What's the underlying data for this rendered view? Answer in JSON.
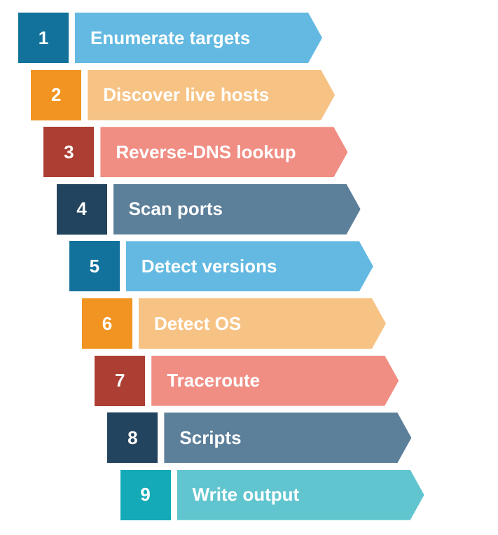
{
  "steps": [
    {
      "number": "1",
      "label": "Enumerate targets",
      "box_color": "#13729b",
      "arrow_color": "#63b9e1"
    },
    {
      "number": "2",
      "label": "Discover live hosts",
      "box_color": "#f19421",
      "arrow_color": "#f7c385"
    },
    {
      "number": "3",
      "label": "Reverse-DNS lookup",
      "box_color": "#ad3e33",
      "arrow_color": "#f08e84"
    },
    {
      "number": "4",
      "label": "Scan ports",
      "box_color": "#22445e",
      "arrow_color": "#5c7f9a"
    },
    {
      "number": "5",
      "label": "Detect versions",
      "box_color": "#13729b",
      "arrow_color": "#63b9e1"
    },
    {
      "number": "6",
      "label": "Detect OS",
      "box_color": "#f19421",
      "arrow_color": "#f7c385"
    },
    {
      "number": "7",
      "label": "Traceroute",
      "box_color": "#ad3e33",
      "arrow_color": "#f08e84"
    },
    {
      "number": "8",
      "label": "Scripts",
      "box_color": "#22445e",
      "arrow_color": "#5c7f9a"
    },
    {
      "number": "9",
      "label": "Write output",
      "box_color": "#14aab7",
      "arrow_color": "#61c5cf"
    }
  ]
}
